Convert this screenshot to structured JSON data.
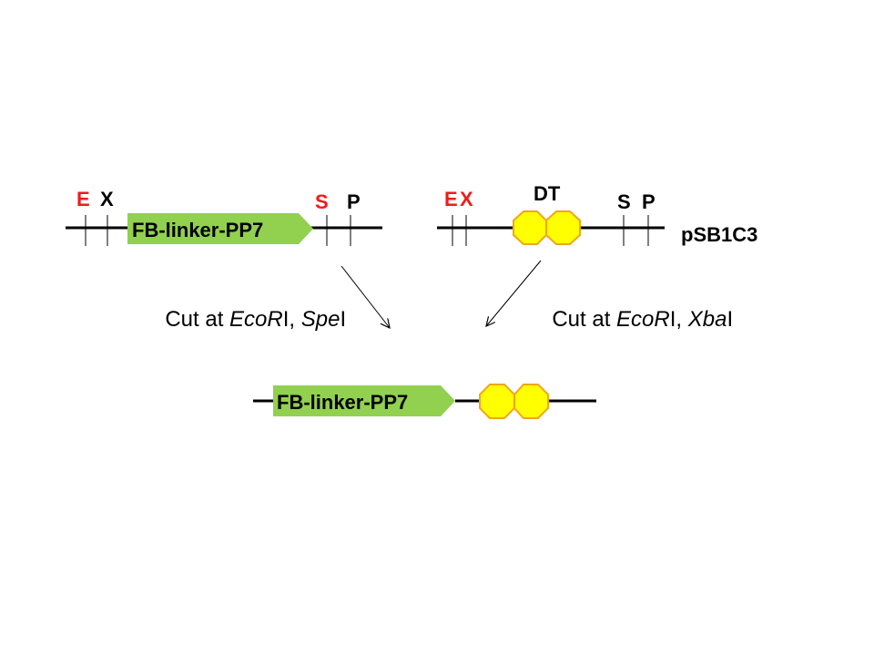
{
  "colors": {
    "enzyme_red": "#ee1c1c",
    "enzyme_black": "#000000",
    "part_fill": "#92d050",
    "terminator_fill": "#ffff00",
    "terminator_stroke": "#f2a51a"
  },
  "left_construct": {
    "sites": [
      "E",
      "X",
      "S",
      "P"
    ],
    "part_label": "FB-linker-PP7"
  },
  "right_construct": {
    "sites": [
      "E",
      "X",
      "S",
      "P"
    ],
    "terminator_label": "DT",
    "backbone_label": "pSB1C3"
  },
  "left_caption": {
    "prefix": "Cut at ",
    "enzyme1": "EcoR",
    "sep": "I, ",
    "enzyme2": "Spe",
    "suffix": "I"
  },
  "right_caption": {
    "prefix": "Cut at ",
    "enzyme1": "EcoR",
    "sep": "I, ",
    "enzyme2": "Xba",
    "suffix": "I"
  },
  "product": {
    "part_label": "FB-linker-PP7"
  }
}
